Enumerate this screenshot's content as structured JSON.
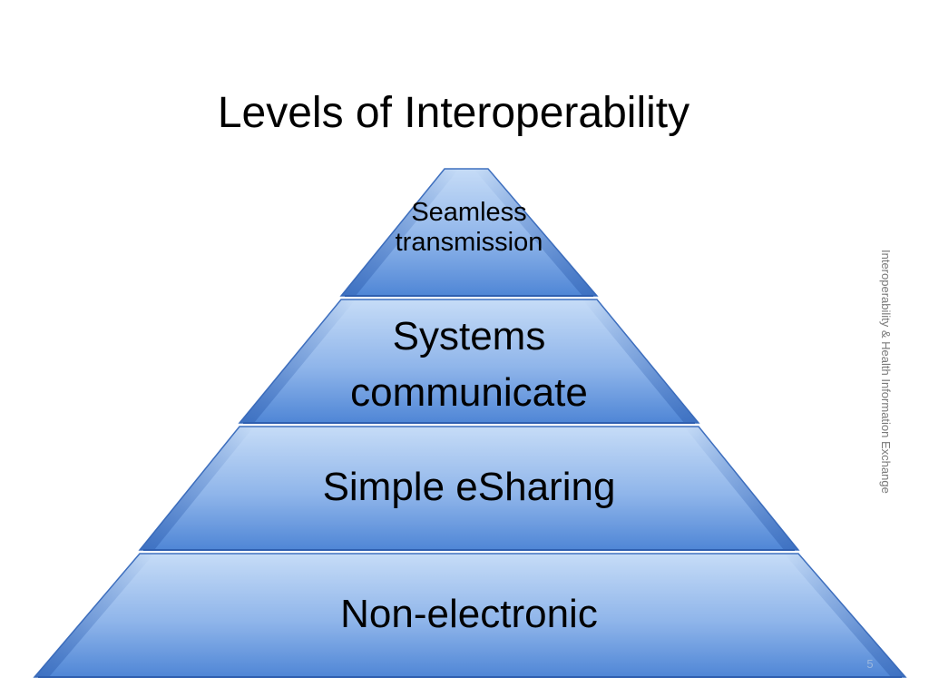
{
  "slide": {
    "title": "Levels of Interoperability",
    "side_note": "Interoperability & Health Information Exchange",
    "slide_number": "5"
  },
  "pyramid": {
    "levels": [
      {
        "lines": [
          "Seamless",
          "transmission"
        ]
      },
      {
        "lines": [
          "Systems",
          "communicate"
        ]
      },
      {
        "lines": [
          "Simple eSharing"
        ]
      },
      {
        "lines": [
          "Non-electronic"
        ]
      }
    ],
    "colors": {
      "fill_light": "#c6dcf7",
      "fill_mid": "#8fb5ea",
      "fill_dark": "#4f86d6",
      "edge": "#3f70bf"
    }
  }
}
